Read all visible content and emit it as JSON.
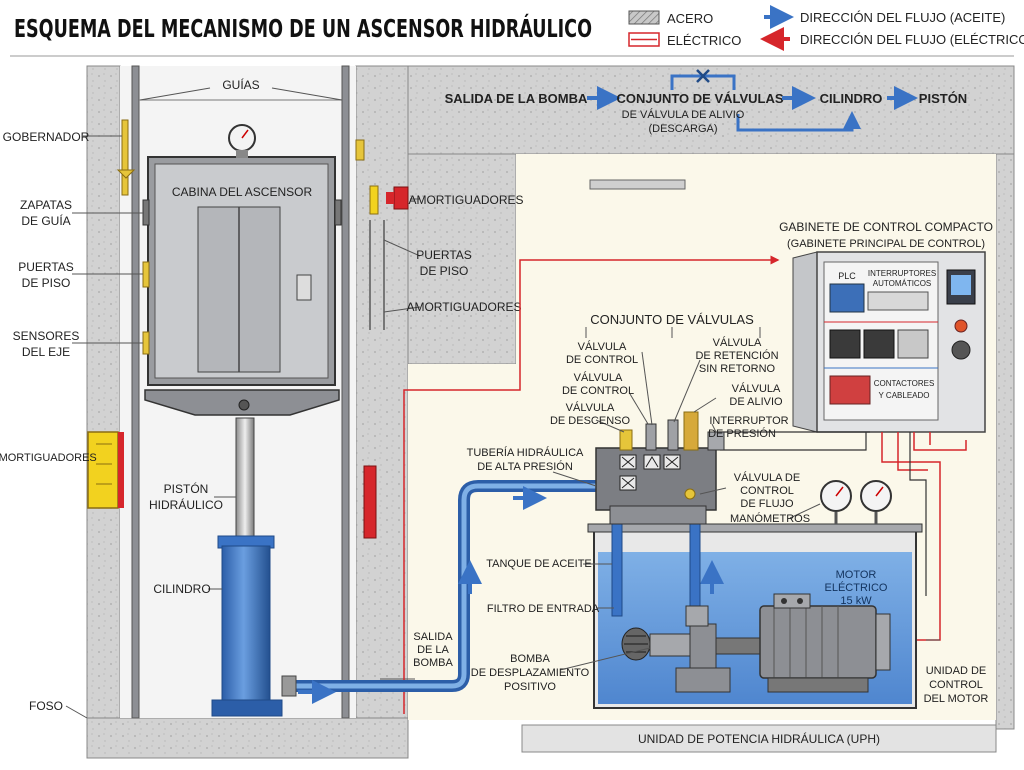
{
  "title": "ESQUEMA DEL MECANISMO DE UN ASCENSOR HIDRÁULICO",
  "legend": {
    "steel": "ACERO",
    "electric": "ELÉCTRICO",
    "oil_flow": "DIRECCIÓN DEL FLUJO (ACEITE)",
    "elec_flow": "DIRECCIÓN DEL FLUJO (ELÉCTRICO)"
  },
  "flow": {
    "pump_out": "SALIDA DE LA BOMBA",
    "valves": "CONJUNTO DE VÁLVULAS",
    "cylinder": "CILINDRO",
    "piston": "PISTÓN",
    "relief_line1": "DE VÁLVULA DE ALIVIO",
    "relief_line2": "(DESCARGA)"
  },
  "shaft": {
    "guides": "GUÍAS",
    "governor": "GOBERNADOR",
    "guide_shoes_1": "ZAPATAS",
    "guide_shoes_2": "DE GUÍA",
    "floor_doors_1": "PUERTAS",
    "floor_doors_2": "DE PISO",
    "sensors_1": "SENSORES",
    "sensors_2": "DEL EJE",
    "buffers_left": "AMORTIGUADORES",
    "cabin": "CABINA DEL ASCENSOR",
    "piston_1": "PISTÓN",
    "piston_2": "HIDRÁULICO",
    "cylinder": "CILINDRO",
    "pit": "FOSO",
    "buffers_top": "AMORTIGUADORES",
    "floor_doors_r1": "PUERTAS",
    "floor_doors_r2": "DE PISO",
    "buffers_mid": "AMORTIGUADORES"
  },
  "cabinet": {
    "title": "GABINETE DE CONTROL COMPACTO",
    "subtitle": "(GABINETE PRINCIPAL DE CONTROL)",
    "plc": "PLC",
    "breakers_1": "INTERRUPTORES",
    "breakers_2": "AUTOMÁTICOS",
    "contactors_1": "CONTACTORES",
    "contactors_2": "Y CABLEADO"
  },
  "valves": {
    "header": "CONJUNTO DE VÁLVULAS",
    "control_a1": "VÁLVULA",
    "control_a2": "DE CONTROL",
    "check_1": "VÁLVULA",
    "check_2": "DE RETENCIÓN",
    "check_3": "SIN RETORNO",
    "control_b1": "VÁLVULA",
    "control_b2": "DE CONTROL",
    "relief_1": "VÁLVULA",
    "relief_2": "DE ALIVIO",
    "descent_1": "VÁLVULA",
    "descent_2": "DE DESCENSO",
    "pressure_sw_1": "INTERRUPTOR",
    "pressure_sw_2": "DE PRESIÓN",
    "flow_ctrl_1": "VÁLVULA DE",
    "flow_ctrl_2": "CONTROL",
    "flow_ctrl_3": "DE FLUJO",
    "gauges": "MANÓMETROS",
    "hp_pipe_1": "TUBERÍA HIDRÁULICA",
    "hp_pipe_2": "DE ALTA PRESIÓN"
  },
  "hpu": {
    "tank": "TANQUE DE ACEITE",
    "filter": "FILTRO DE ENTRADA",
    "pump_out_1": "SALIDA",
    "pump_out_2": "DE LA",
    "pump_out_3": "BOMBA",
    "pump_1": "BOMBA",
    "pump_2": "DE DESPLAZAMIENTO",
    "pump_3": "POSITIVO",
    "motor_1": "MOTOR",
    "motor_2": "ELÉCTRICO",
    "motor_3": "15 kW",
    "motor_ctrl_1": "UNIDAD DE",
    "motor_ctrl_2": "CONTROL",
    "motor_ctrl_3": "DEL MOTOR",
    "footer": "UNIDAD DE POTENCIA HIDRÁULICA (UPH)"
  },
  "colors": {
    "concrete": "#d2d2d2",
    "steel": "#8d8f94",
    "oil": "#3a73c5",
    "electric": "#d6262b",
    "tank": "#5b93d6",
    "buffer_yellow": "#f2d21f",
    "room_bg": "#fbf8ea"
  }
}
